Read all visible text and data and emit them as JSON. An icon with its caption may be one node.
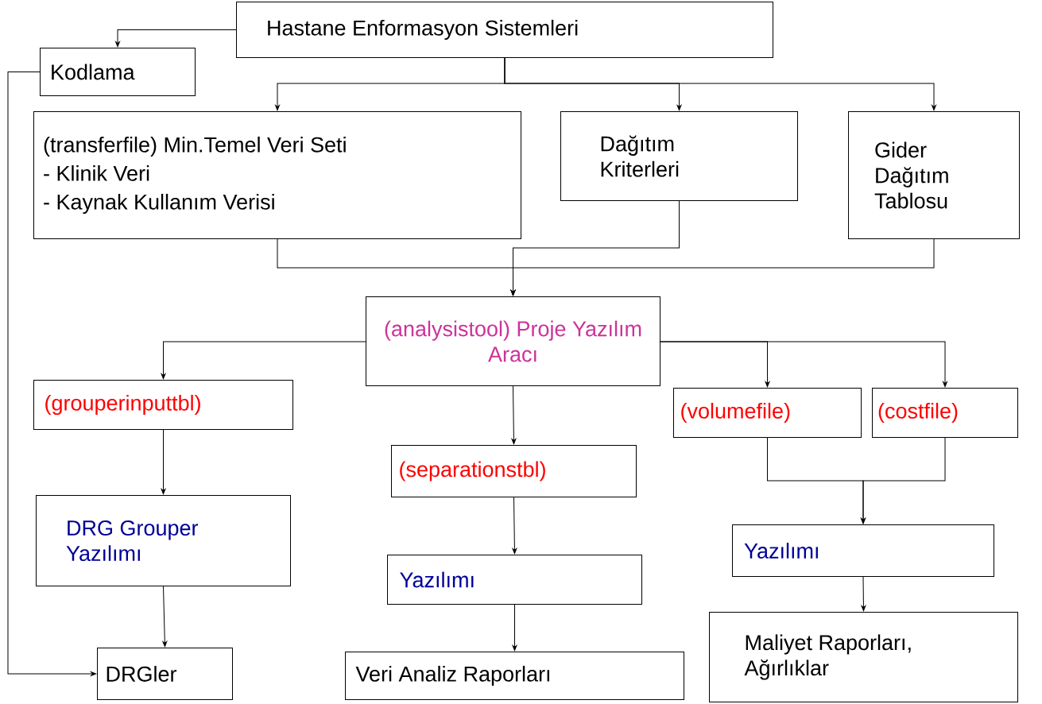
{
  "diagram": {
    "nodes": [
      {
        "text": [
          "Hastane Enformasyon Sistemleri"
        ]
      },
      {
        "text": [
          "Kodlama"
        ]
      },
      {
        "text": [
          "(transferfile) Min.Temel Veri Seti",
          "- Klinik Veri",
          "- Kaynak Kullanım Verisi"
        ]
      },
      {
        "text": [
          "Dağıtım Kriterleri"
        ]
      },
      {
        "text": [
          "Gider Dağıtım Tablosu"
        ]
      },
      {
        "text": [
          "(analysistool) Proje Yazılım Aracı"
        ]
      },
      {
        "text": [
          "(grouperinputtbl)"
        ]
      },
      {
        "text": [
          "(separationstbl)"
        ]
      },
      {
        "text": [
          "(volumefile)"
        ]
      },
      {
        "text": [
          "(costfile)"
        ]
      },
      {
        "text": [
          "DRG Grouper Yazılımı"
        ]
      },
      {
        "text": [
          "Yazılımı"
        ]
      },
      {
        "text": [
          "Yazılımı"
        ]
      },
      {
        "text": [
          "DRGler"
        ]
      },
      {
        "text": [
          "Veri Analiz Raporları"
        ]
      },
      {
        "text": [
          "Maliyet Raporları, Ağırlıklar"
        ]
      }
    ],
    "edges": [
      {
        "from": 0,
        "to": 1,
        "arrow": "to"
      },
      {
        "from": 0,
        "to": 2,
        "arrow": "to"
      },
      {
        "from": 0,
        "to": 3,
        "arrow": "to"
      },
      {
        "from": 0,
        "to": 4,
        "arrow": "to"
      },
      {
        "from": 2,
        "to": 5,
        "arrow": "to"
      },
      {
        "from": 3,
        "to": 5,
        "arrow": "to"
      },
      {
        "from": 4,
        "to": 5,
        "arrow": "to"
      },
      {
        "from": 5,
        "to": 6,
        "arrow": "to"
      },
      {
        "from": 5,
        "to": 7,
        "arrow": "to"
      },
      {
        "from": 5,
        "to": 8,
        "arrow": "to"
      },
      {
        "from": 5,
        "to": 9,
        "arrow": "to"
      },
      {
        "from": 6,
        "to": 10,
        "arrow": "to"
      },
      {
        "from": 7,
        "to": 11,
        "arrow": "to"
      },
      {
        "from": 8,
        "to": 12,
        "arrow": "to"
      },
      {
        "from": 9,
        "to": 12,
        "arrow": "to"
      },
      {
        "from": 10,
        "to": 13,
        "arrow": "to"
      },
      {
        "from": 11,
        "to": 14,
        "arrow": "to"
      },
      {
        "from": 12,
        "to": 15,
        "arrow": "to"
      },
      {
        "from": 1,
        "to": 13,
        "arrow": "to"
      }
    ]
  }
}
